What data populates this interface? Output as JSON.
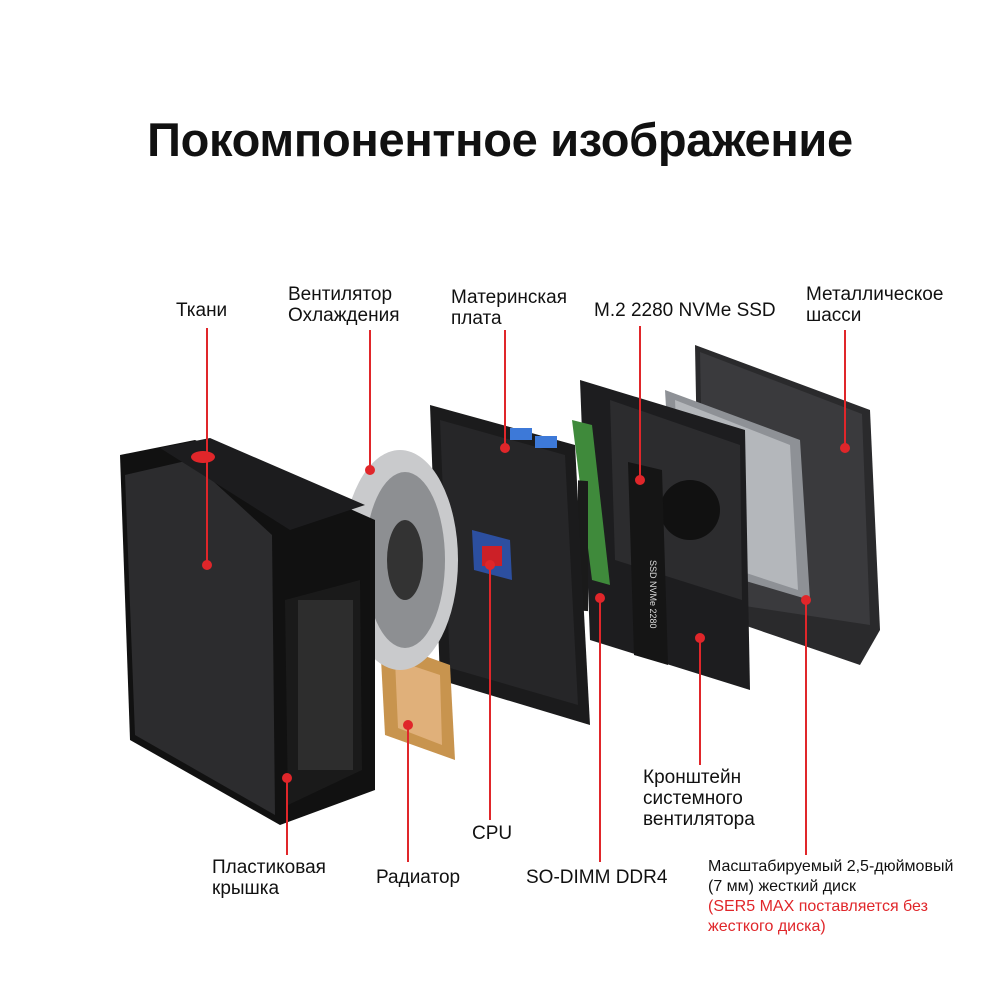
{
  "title": "Покомпонентное изображение",
  "colors": {
    "accent": "#e0262a",
    "text": "#111111"
  },
  "labels": {
    "fabric": "Ткани",
    "fan_1": "Вентилятор",
    "fan_2": "Охлаждения",
    "board_1": "Материнская",
    "board_2": "плата",
    "ssd": "M.2 2280 NVMe SSD",
    "chassis_1": "Металлическое",
    "chassis_2": "шасси",
    "cover_1": "Пластиковая",
    "cover_2": "крышка",
    "radiator": "Радиатор",
    "cpu": "CPU",
    "ram": "SO-DIMM DDR4",
    "bracket_1": "Кронштейн",
    "bracket_2": "системного",
    "bracket_3": "вентилятора",
    "hdd_1": "Масштабируемый 2,5-дюймовый",
    "hdd_2": "(7 мм) жесткий диск",
    "hdd_note_1": "(SER5 MAX поставляется без",
    "hdd_note_2": "жесткого диска)"
  },
  "ssd_marking": "SSD NVMe 2280"
}
